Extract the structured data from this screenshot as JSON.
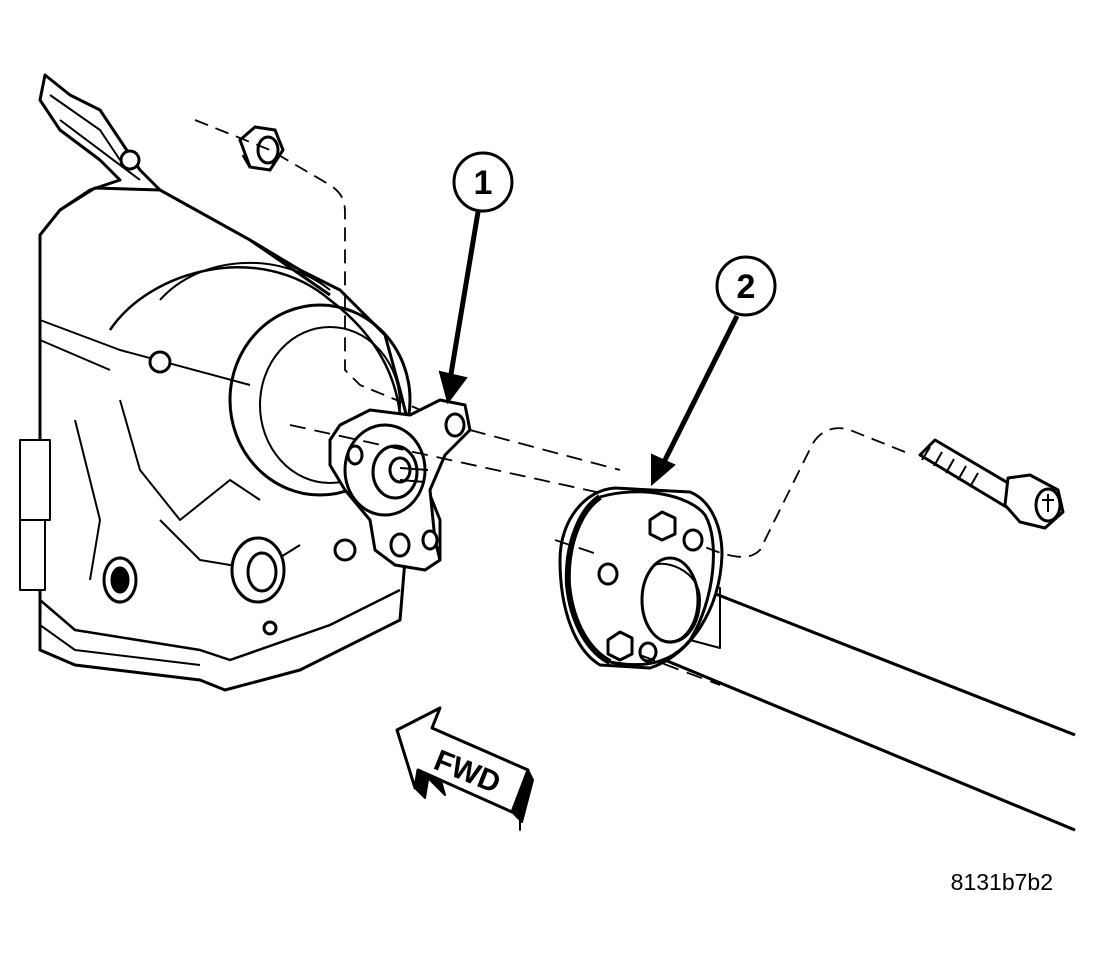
{
  "callouts": [
    {
      "label": "1"
    },
    {
      "label": "2"
    }
  ],
  "direction_arrow": {
    "label": "FWD"
  },
  "figure_id": "8131b7b2",
  "colors": {
    "ink": "#000000",
    "paper": "#ffffff",
    "shade": "#000000"
  }
}
